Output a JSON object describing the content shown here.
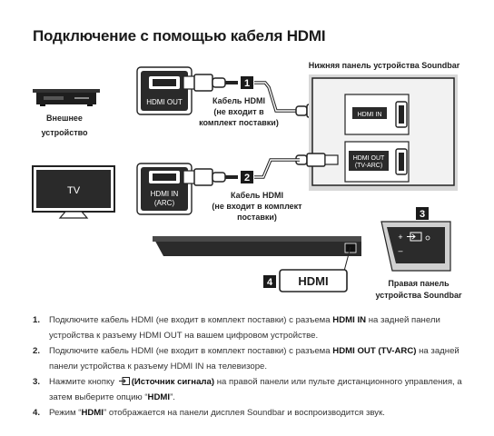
{
  "title": "Подключение с помощью кабеля HDMI",
  "labels": {
    "soundbar_bottom_panel": "Нижняя панель устройства Soundbar",
    "external_device_line1": "Внешнее",
    "external_device_line2": "устройство",
    "cable1_line1": "Кабель HDMI",
    "cable1_line2": "(не входит в",
    "cable1_line3": "комплект поставки)",
    "cable2_line1": "Кабель HDMI",
    "cable2_line2": "(не входит в комплект",
    "cable2_line3": "поставки)",
    "right_panel_line1": "Правая панель",
    "right_panel_line2": "устройства Soundbar",
    "tv_screen": "TV",
    "port_hdmi_out": "HDMI OUT",
    "port_hdmi_in_arc_1": "HDMI IN",
    "port_hdmi_in_arc_2": "(ARC)",
    "panel_hdmi_in": "HDMI IN",
    "panel_hdmi_out_1": "HDMI OUT",
    "panel_hdmi_out_2": "(TV-ARC)",
    "display_text": "HDMI",
    "callout_1": "1",
    "callout_2": "2",
    "callout_3": "3",
    "callout_4": "4",
    "panel_plus": "+",
    "panel_minus": "–"
  },
  "steps": [
    {
      "num": "1.",
      "parts": [
        "Подключите кабель HDMI (не входит в комплект поставки) с разъема ",
        "HDMI IN",
        " на задней панели устройства к разъему HDMI OUT на вашем цифровом устройстве."
      ]
    },
    {
      "num": "2.",
      "parts": [
        "Подключите кабель HDMI (не входит в комплект поставки) с разъема ",
        "HDMI OUT (TV-ARC)",
        " на задней панели устройства к разъему HDMI IN на телевизоре."
      ]
    },
    {
      "num": "3.",
      "parts": [
        "Нажмите кнопку ",
        "(Источник сигнала)",
        " на правой панели или пульте дистанционного управления, а затем выберите опцию “",
        "HDMI",
        "”."
      ]
    },
    {
      "num": "4.",
      "parts": [
        "Режим “",
        "HDMI",
        "” отображается на панели дисплея Soundbar и воспроизводится звук."
      ]
    }
  ]
}
